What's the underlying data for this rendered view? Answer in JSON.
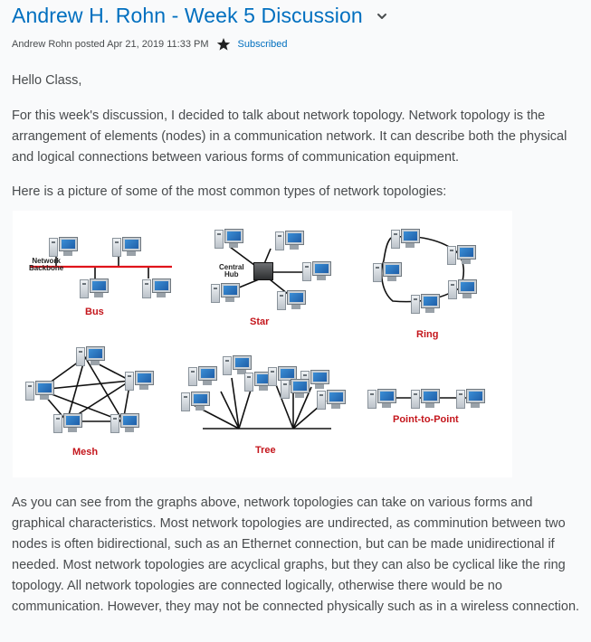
{
  "post": {
    "title": "Andrew H. Rohn - Week 5 Discussion",
    "author_line": "Andrew Rohn posted Apr 21, 2019 11:33 PM",
    "subscribed_label": "Subscribed",
    "greeting": "Hello Class,",
    "intro": "For this week's discussion, I decided to talk about network topology. Network topology is the arrangement of elements (nodes) in a communication network. It can describe both the physical and logical connections between various forms of communication equipment.",
    "picture_intro": "Here is a picture of some of the most common types of network topologies:",
    "after_text": "As you can see from the graphs above, network topologies can take on various forms and graphical characteristics. Most network topologies are undirected, as comminution between two nodes is often bidirectional, such as an Ethernet connection, but can be made unidirectional if needed. Most network topologies are acyclical graphs, but they can also be cyclical like the ring topology. All network topologies are connected logically, otherwise there would be no communication. However, they may not be connected physically such as in a wireless connection."
  },
  "figure": {
    "labels": {
      "bus": "Bus",
      "star": "Star",
      "ring": "Ring",
      "mesh": "Mesh",
      "tree": "Tree",
      "p2p": "Point-to-Point",
      "network_backbone_1": "Network",
      "network_backbone_2": "Backbone",
      "central_hub_1": "Central",
      "central_hub_2": "Hub"
    },
    "label_color": "#c4161c",
    "backbone_color": "#e0141b"
  },
  "icons": {
    "title_menu": "chevron-down-icon",
    "subscribe": "star-icon",
    "computer": "computer-icon",
    "hub": "hub-icon"
  },
  "colors": {
    "link": "#006fbf",
    "text": "#494c4e",
    "background": "#f9fafb"
  }
}
